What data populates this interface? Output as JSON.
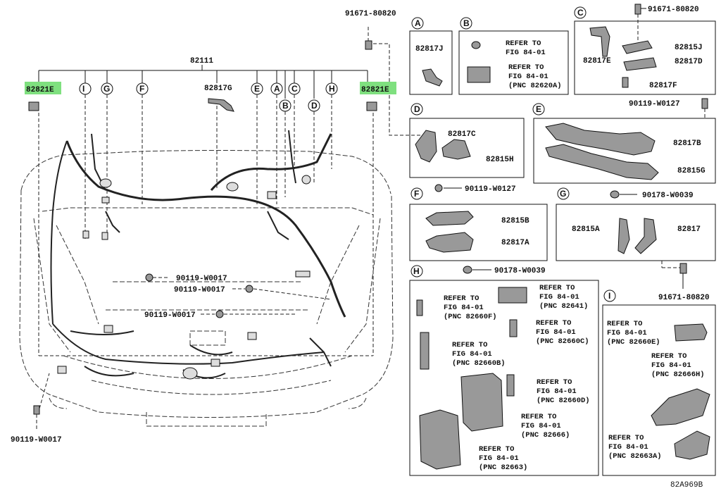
{
  "diagram": {
    "main_part": "82111",
    "highlighted": [
      "82821E",
      "82821E"
    ],
    "main_markers": [
      "I",
      "G",
      "F",
      "E",
      "A",
      "B",
      "C",
      "D",
      "H"
    ],
    "main_labels": {
      "bracket_top": "91671-80820",
      "bolt_bottom_left": "90119-W0017",
      "bolt_a": "90119-W0017",
      "bolt_b": "90119-W0017",
      "bolt_c": "90119-W0017",
      "part_82817g": "82817G"
    },
    "panels": {
      "A": {
        "letter": "A",
        "part": "82817J"
      },
      "B": {
        "letter": "B",
        "ref1": [
          "REFER TO",
          "FIG 84-01"
        ],
        "ref2": [
          "REFER TO",
          "FIG 84-01",
          "(PNC 82620A)"
        ]
      },
      "C": {
        "letter": "C",
        "screw": "91671-80820",
        "parts": [
          "82815J",
          "82817E",
          "82817D",
          "82817F"
        ]
      },
      "D": {
        "letter": "D",
        "parts": [
          "82817C",
          "82815H"
        ]
      },
      "E": {
        "letter": "E",
        "screw": "90119-W0127",
        "clip": "90178-W0039",
        "parts": [
          "82817B",
          "82815G"
        ]
      },
      "F": {
        "letter": "F",
        "screw": "90119-W0127",
        "clip": "90178-W0039",
        "parts": [
          "82815B",
          "82817A"
        ]
      },
      "G": {
        "letter": "G",
        "screw": "91671-80820",
        "parts": [
          "82815A",
          "82817"
        ]
      },
      "H": {
        "letter": "H",
        "refs": [
          [
            "REFER TO",
            "FIG 84-01",
            "(PNC 82660F)"
          ],
          [
            "REFER TO",
            "FIG 84-01",
            "(PNC 82641)"
          ],
          [
            "REFER TO",
            "FIG 84-01",
            "(PNC 82660C)"
          ],
          [
            "REFER TO",
            "FIG 84-01",
            "(PNC 82660B)"
          ],
          [
            "REFER TO",
            "FIG 84-01",
            "(PNC 82660D)"
          ],
          [
            "REFER TO",
            "FIG 84-01",
            "(PNC 82666)"
          ],
          [
            "REFER TO",
            "FIG 84-01",
            "(PNC 82663)"
          ]
        ]
      },
      "I": {
        "letter": "I",
        "refs": [
          [
            "REFER TO",
            "FIG 84-01",
            "(PNC 82660E)"
          ],
          [
            "REFER TO",
            "FIG 84-01",
            "(PNC 82666H)"
          ],
          [
            "REFER TO",
            "FIG 84-01",
            "(PNC 82663A)"
          ]
        ]
      }
    },
    "figure_code": "82A969B"
  }
}
